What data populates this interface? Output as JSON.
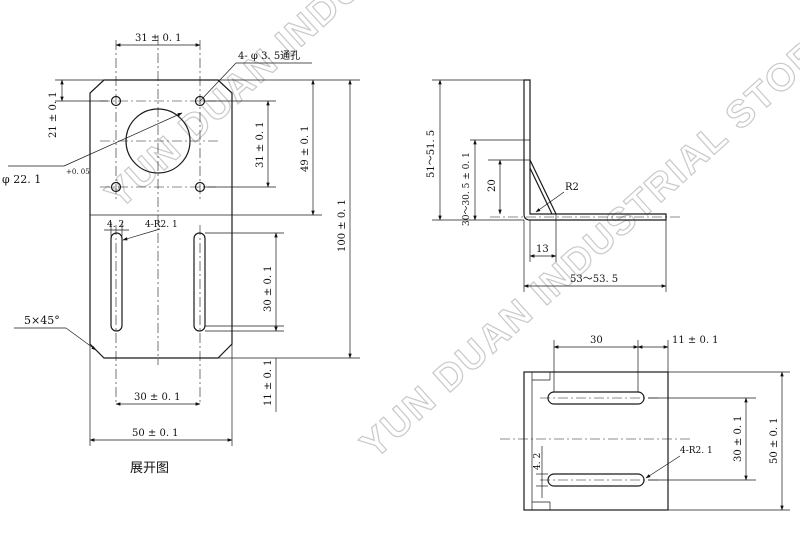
{
  "flat_view": {
    "dim_top_holes": "31 ± 0. 1",
    "hole_note": "4- φ 3. 5通孔",
    "dim_top_offset": "21 ± 0. 1",
    "dim_hole_vertical": "31 ± 0. 1",
    "dim_49": "49 ± 0. 1",
    "dim_total_height": "100 ± 0. 1",
    "bore_diameter": "φ 22. 1",
    "bore_tolerance": "+0. 05",
    "slot_width": "4. 2",
    "slot_note": "4-R2. 1",
    "dim_slot_length": "30 ± 0. 1",
    "chamfer": "5×45°",
    "dim_slot_spacing": "30 ± 0. 1",
    "dim_bottom": "11 ± 0. 1",
    "dim_width": "50 ± 0. 1",
    "caption": "展开图"
  },
  "side_view": {
    "dim_height": "51～51. 5",
    "dim_inner": "30～30. 5 ± 0. 1",
    "dim_20": "20",
    "radius": "R2",
    "dim_13": "13",
    "dim_length": "53～53. 5"
  },
  "top_view": {
    "dim_30": "30",
    "dim_11": "11 ± 0. 1",
    "dim_slot_spacing": "30 ± 0. 1",
    "dim_width": "50 ± 0. 1",
    "slot_width": "4. 2",
    "slot_note": "4-R2. 1"
  },
  "watermark": {
    "line1": "YUN DUAN INDUSTRIAL STORE",
    "line2": "YUN DUAN INDUSTRIAL STORE"
  }
}
